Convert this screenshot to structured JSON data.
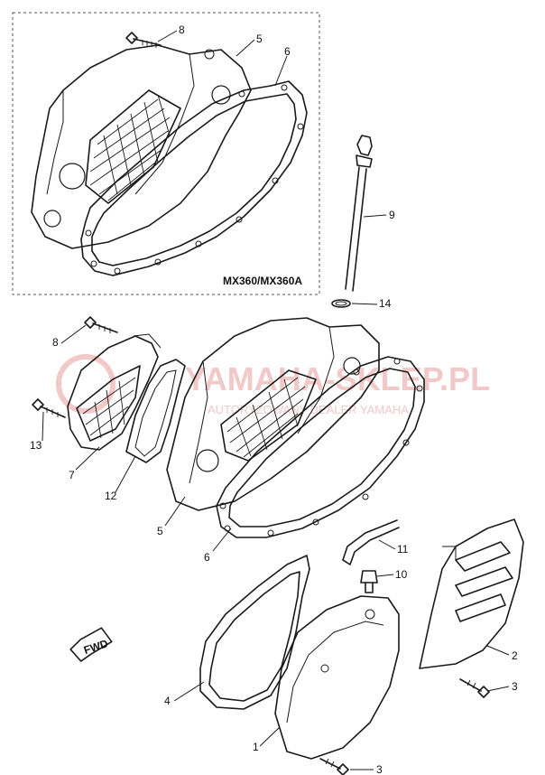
{
  "variant_label": "MX360/MX360A",
  "fwd_label": "FWD",
  "watermark": {
    "text": "YAMAHA-SKLEP.PL",
    "subtext": "AUTORYZOWANY DEALER YAMAHA"
  },
  "callouts": {
    "c8_top": "8",
    "c5_top": "5",
    "c6_top": "6",
    "c9": "9",
    "c14": "14",
    "c8_mid": "8",
    "c13": "13",
    "c7": "7",
    "c12": "12",
    "c5_mid": "5",
    "c6_mid": "6",
    "c11": "11",
    "c10": "10",
    "c2": "2",
    "c3_a": "3",
    "c4": "4",
    "c1": "1",
    "c3_b": "3"
  }
}
